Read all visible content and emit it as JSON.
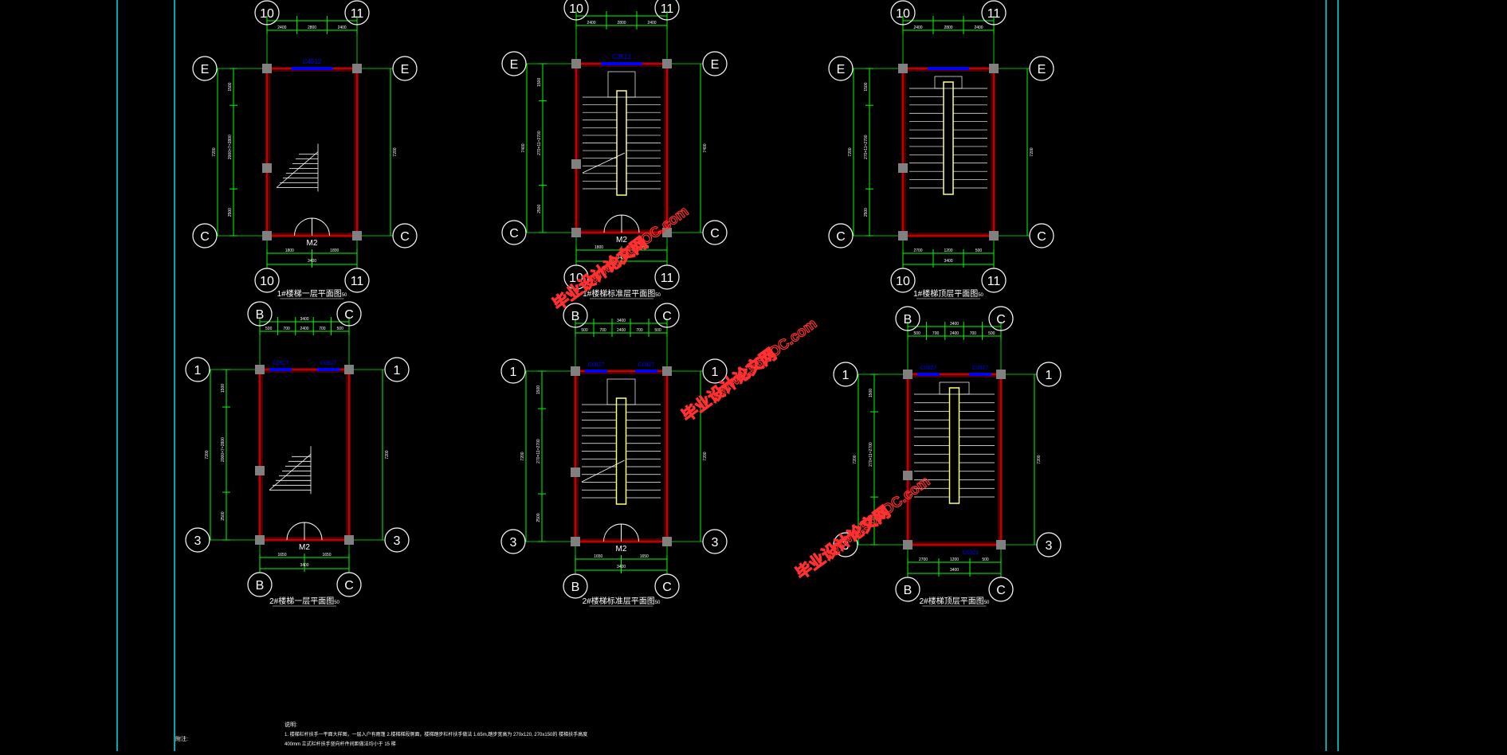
{
  "plans": [
    {
      "id": "p1",
      "title": "1#楼梯一层平面图",
      "scale": "50",
      "top_axes": [
        "10",
        "11"
      ],
      "bottom_axes": [
        "10",
        "11"
      ],
      "left_axes": [
        "E",
        "C"
      ],
      "right_axes": [
        "E",
        "C"
      ],
      "top_dims": [
        "2400",
        "2800",
        "2400"
      ],
      "bottom_dims": [
        "1800",
        "1800"
      ],
      "bottom_total": "3400",
      "left_dims": [
        "1500",
        "2000×7=2800",
        "2500"
      ],
      "right_total": "7200",
      "window_label": "C4512",
      "door_label": "M2",
      "kind": "ground"
    },
    {
      "id": "p2",
      "title": "1#楼梯标准层平面图",
      "scale": "50",
      "top_axes": [
        "10",
        "11"
      ],
      "bottom_axes": [
        "10",
        "11"
      ],
      "left_axes": [
        "E",
        "C"
      ],
      "right_axes": [
        "E",
        "C"
      ],
      "top_dims": [
        "2400",
        "2800",
        "2400"
      ],
      "bottom_dims": [
        "1800",
        "1800"
      ],
      "bottom_total": "3400",
      "left_dims": [
        "1500",
        "270×11=2700",
        "2500"
      ],
      "right_total": "7400",
      "window_label": "C3512",
      "door_label": "M2",
      "kind": "standard"
    },
    {
      "id": "p3",
      "title": "1#楼梯顶层平面图",
      "scale": "50",
      "top_axes": [
        "10",
        "11"
      ],
      "bottom_axes": [
        "10",
        "11"
      ],
      "left_axes": [
        "E",
        "C"
      ],
      "right_axes": [
        "E",
        "C"
      ],
      "top_dims": [
        "2400",
        "2800",
        "2400"
      ],
      "bottom_dims": [
        "2700",
        "1200",
        "500"
      ],
      "bottom_total": "3400",
      "left_dims": [
        "1500",
        "270×11=2700",
        "2500"
      ],
      "right_total": "7200",
      "window_label": "",
      "door_label": "",
      "kind": "top"
    },
    {
      "id": "p4",
      "title": "2#楼梯一层平面图",
      "scale": "50",
      "top_axes": [
        "B",
        "C"
      ],
      "bottom_axes": [
        "B",
        "C"
      ],
      "left_axes": [
        "1",
        "3"
      ],
      "right_axes": [
        "1",
        "3"
      ],
      "top_dims": [
        "500",
        "700",
        "2400",
        "700",
        "500"
      ],
      "top_total": "3400",
      "bottom_dims": [
        "1650",
        "1650"
      ],
      "bottom_total": "3400",
      "left_dims": [
        "1500",
        "2000×7=2800",
        "2500"
      ],
      "right_total": "7200",
      "window_label": "C0927",
      "window_label2": "C0927",
      "door_label": "M2",
      "kind": "ground"
    },
    {
      "id": "p5",
      "title": "2#楼梯标准层平面图",
      "scale": "50",
      "top_axes": [
        "B",
        "C"
      ],
      "bottom_axes": [
        "B",
        "C"
      ],
      "left_axes": [
        "1",
        "3"
      ],
      "right_axes": [
        "1",
        "3"
      ],
      "top_dims": [
        "500",
        "700",
        "2400",
        "700",
        "500"
      ],
      "top_total": "3400",
      "bottom_dims": [
        "1650",
        "1650"
      ],
      "bottom_total": "3400",
      "left_dims": [
        "1500",
        "270×11=2700",
        "2500"
      ],
      "right_total": "7200",
      "window_label": "C0927",
      "window_label2": "C0927",
      "door_label": "M2",
      "kind": "standard"
    },
    {
      "id": "p6",
      "title": "2#楼梯顶层平面图",
      "scale": "50",
      "top_axes": [
        "B",
        "C"
      ],
      "bottom_axes": [
        "B",
        "C"
      ],
      "left_axes": [
        "1",
        "3"
      ],
      "right_axes": [
        "1",
        "3"
      ],
      "top_dims": [
        "500",
        "700",
        "2400",
        "700",
        "500"
      ],
      "top_total": "3400",
      "bottom_dims": [
        "2700",
        "1200",
        "500"
      ],
      "bottom_total": "3400",
      "left_dims": [
        "1500",
        "270×11=2700",
        "2500"
      ],
      "right_total": "7200",
      "window_label": "C0927",
      "window_label2": "C0927",
      "door_label": "",
      "bottom_window": "C0321",
      "kind": "top"
    }
  ],
  "watermarks": [
    {
      "line1": "毕业设计论文网",
      "line2": "www.56DOC.com"
    },
    {
      "line1": "毕业设计论文网",
      "line2": "www.56DOC.com"
    },
    {
      "line1": "毕业设计论文网",
      "line2": "www.56DOC.com"
    }
  ],
  "notes": {
    "heading": "说明:",
    "label": "附注:",
    "line1": "1. 楼梯栏杆扶手一平面大样图，一层入户有雨篷     2.楼梯梯段侧面，楼梯踏步栏杆扶手做法     1.65m,踏步宽高为  270x120, 270x150的 楼梯扶手高度",
    "line2": "400mm 立式栏杆扶手竖向杆件间距做法均小于     15 梯"
  },
  "colors": {
    "background": "#000000",
    "frame": "#00ffff",
    "dimension": "#00ff00",
    "wall": "#c00000",
    "axis_circle": "#ffffff",
    "column": "#808080",
    "window": "#0000ff",
    "stair": "#ffff80",
    "watermark": "#ff3030"
  }
}
